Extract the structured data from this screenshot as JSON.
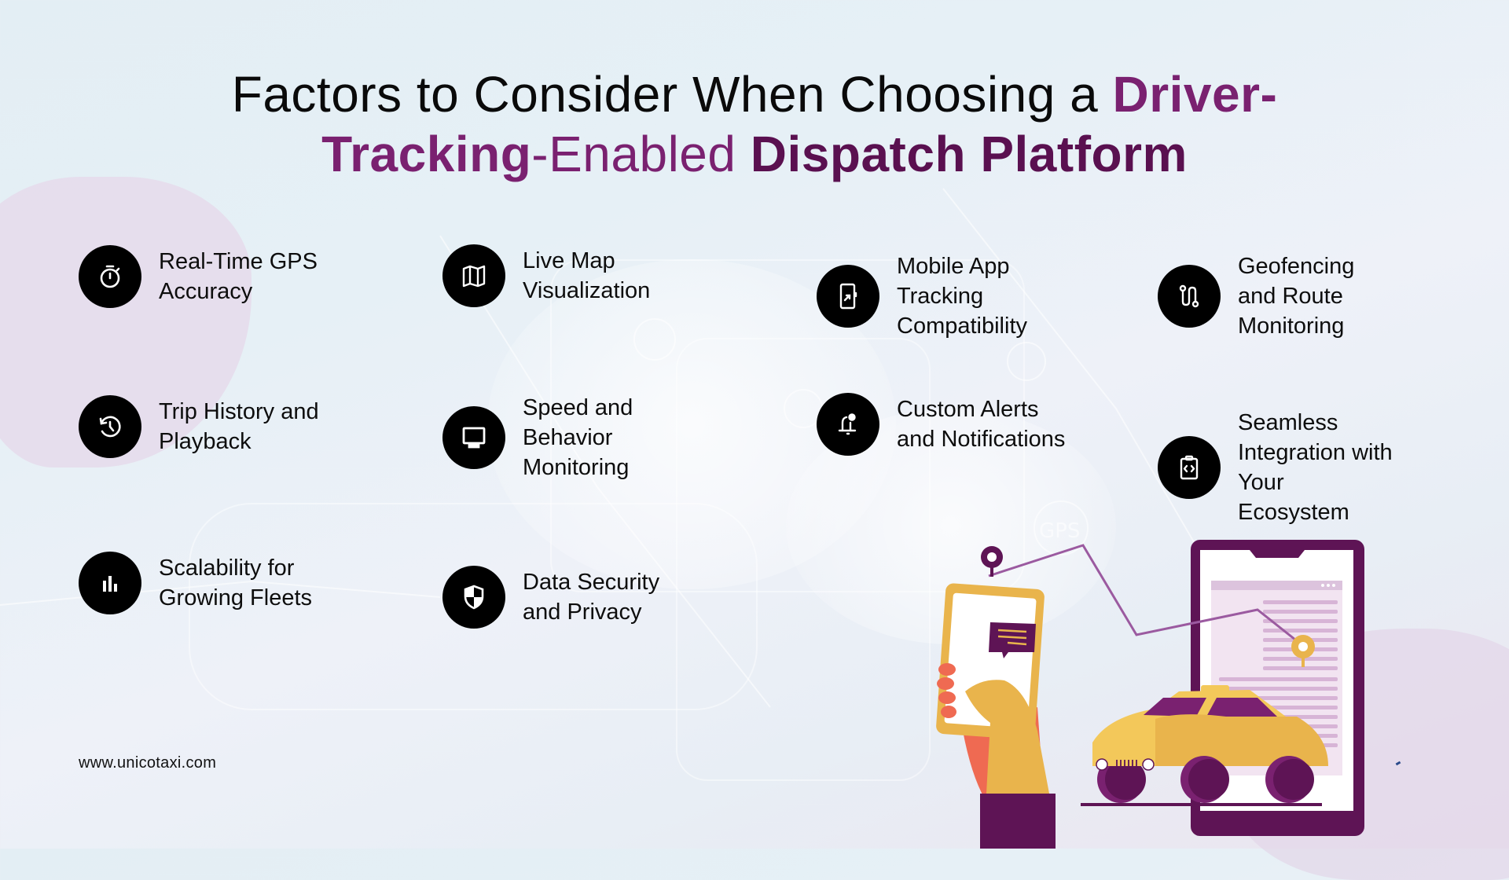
{
  "title": {
    "line1_plain": "Factors to Consider When Choosing a ",
    "line1_highlight": "Driver-",
    "line2_highlight_a": "Tracking",
    "line2_mid": "-Enabled ",
    "line2_highlight_b": "Dispatch Platform"
  },
  "colors": {
    "accent_purple": "#7a2170",
    "dark_purple": "#5a1050",
    "icon_bg": "#000000",
    "taxi_yellow": "#e9b44c",
    "background": "#e6eff5"
  },
  "features": [
    {
      "label": "Real-Time GPS Accuracy",
      "icon": "stopwatch-icon"
    },
    {
      "label": "Live Map Visualization",
      "icon": "map-icon"
    },
    {
      "label": "Mobile App Tracking Compatibility",
      "icon": "mobile-app-icon"
    },
    {
      "label": "Geofencing and Route Monitoring",
      "icon": "route-icon"
    },
    {
      "label": "Trip History and Playback",
      "icon": "history-icon"
    },
    {
      "label": "Speed and Behavior Monitoring",
      "icon": "monitor-icon"
    },
    {
      "label": "Custom Alerts and Notifications",
      "icon": "bell-alert-icon"
    },
    {
      "label": "Seamless Integration with Your Ecosystem",
      "icon": "code-clipboard-icon"
    },
    {
      "label": "Scalability for Growing Fleets",
      "icon": "bar-chart-icon"
    },
    {
      "label": "Data Security and Privacy",
      "icon": "shield-icon"
    }
  ],
  "footer": {
    "url": "www.unicotaxi.com"
  },
  "illustration": {
    "description": "hand holding phone with chat bubble, route line to tablet with taxi",
    "bg_watermark_text": "GPS"
  }
}
